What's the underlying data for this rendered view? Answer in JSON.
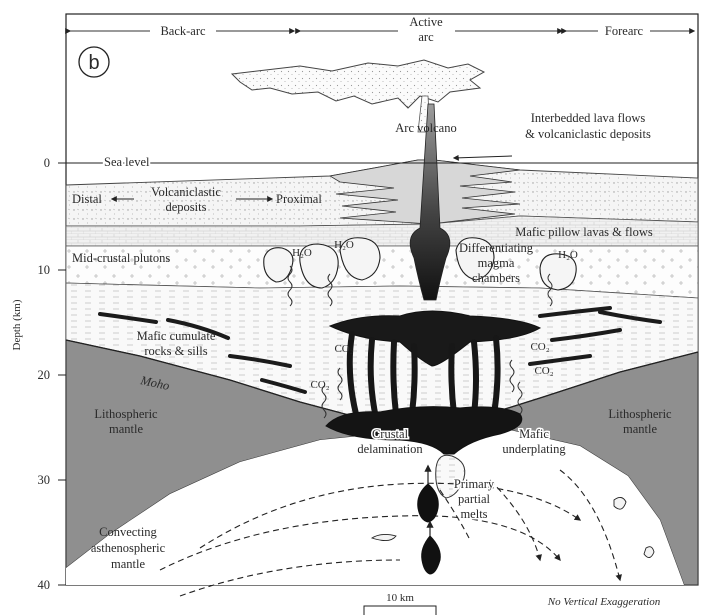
{
  "panel_label": "b",
  "zones": {
    "back_arc": "Back-arc",
    "active_arc_1": "Active",
    "active_arc_2": "arc",
    "forearc": "Forearc"
  },
  "axis": {
    "ylabel": "Depth (km)",
    "ticks": [
      "0",
      "10",
      "20",
      "30",
      "40"
    ]
  },
  "labels": {
    "arc_volcano": "Arc volcano",
    "interbedded_1": "Interbedded lava flows",
    "interbedded_2": "& volcaniclastic deposits",
    "sea_level": "Sea level",
    "distal": "Distal",
    "volcaniclastic_1": "Volcaniclastic",
    "volcaniclastic_2": "deposits",
    "proximal": "Proximal",
    "mafic_pillow": "Mafic pillow lavas & flows",
    "mid_crustal": "Mid-crustal plutons",
    "h2o": "H₂O",
    "differentiating_1": "Differentiating",
    "differentiating_2": "magma",
    "differentiating_3": "chambers",
    "mafic_cumulate_1": "Mafic cumulate",
    "mafic_cumulate_2": "rocks & sills",
    "co2": "CO₂",
    "moho": "Moho",
    "litho_1": "Lithospheric",
    "litho_2": "mantle",
    "crustal_1": "Crustal",
    "crustal_2": "delamination",
    "mafic_under_1": "Mafic",
    "mafic_under_2": "underplating",
    "primary_1": "Primary",
    "primary_2": "partial",
    "primary_3": "melts",
    "convecting_1": "Convecting",
    "convecting_2": "asthenospheric",
    "convecting_3": "mantle",
    "scale": "10 km",
    "no_vert": "No Vertical Exaggeration"
  },
  "colors": {
    "mantle": "#8f8f8f",
    "magma": "#141414",
    "sea": "#e6ecee",
    "ink": "#2a2a2a"
  }
}
